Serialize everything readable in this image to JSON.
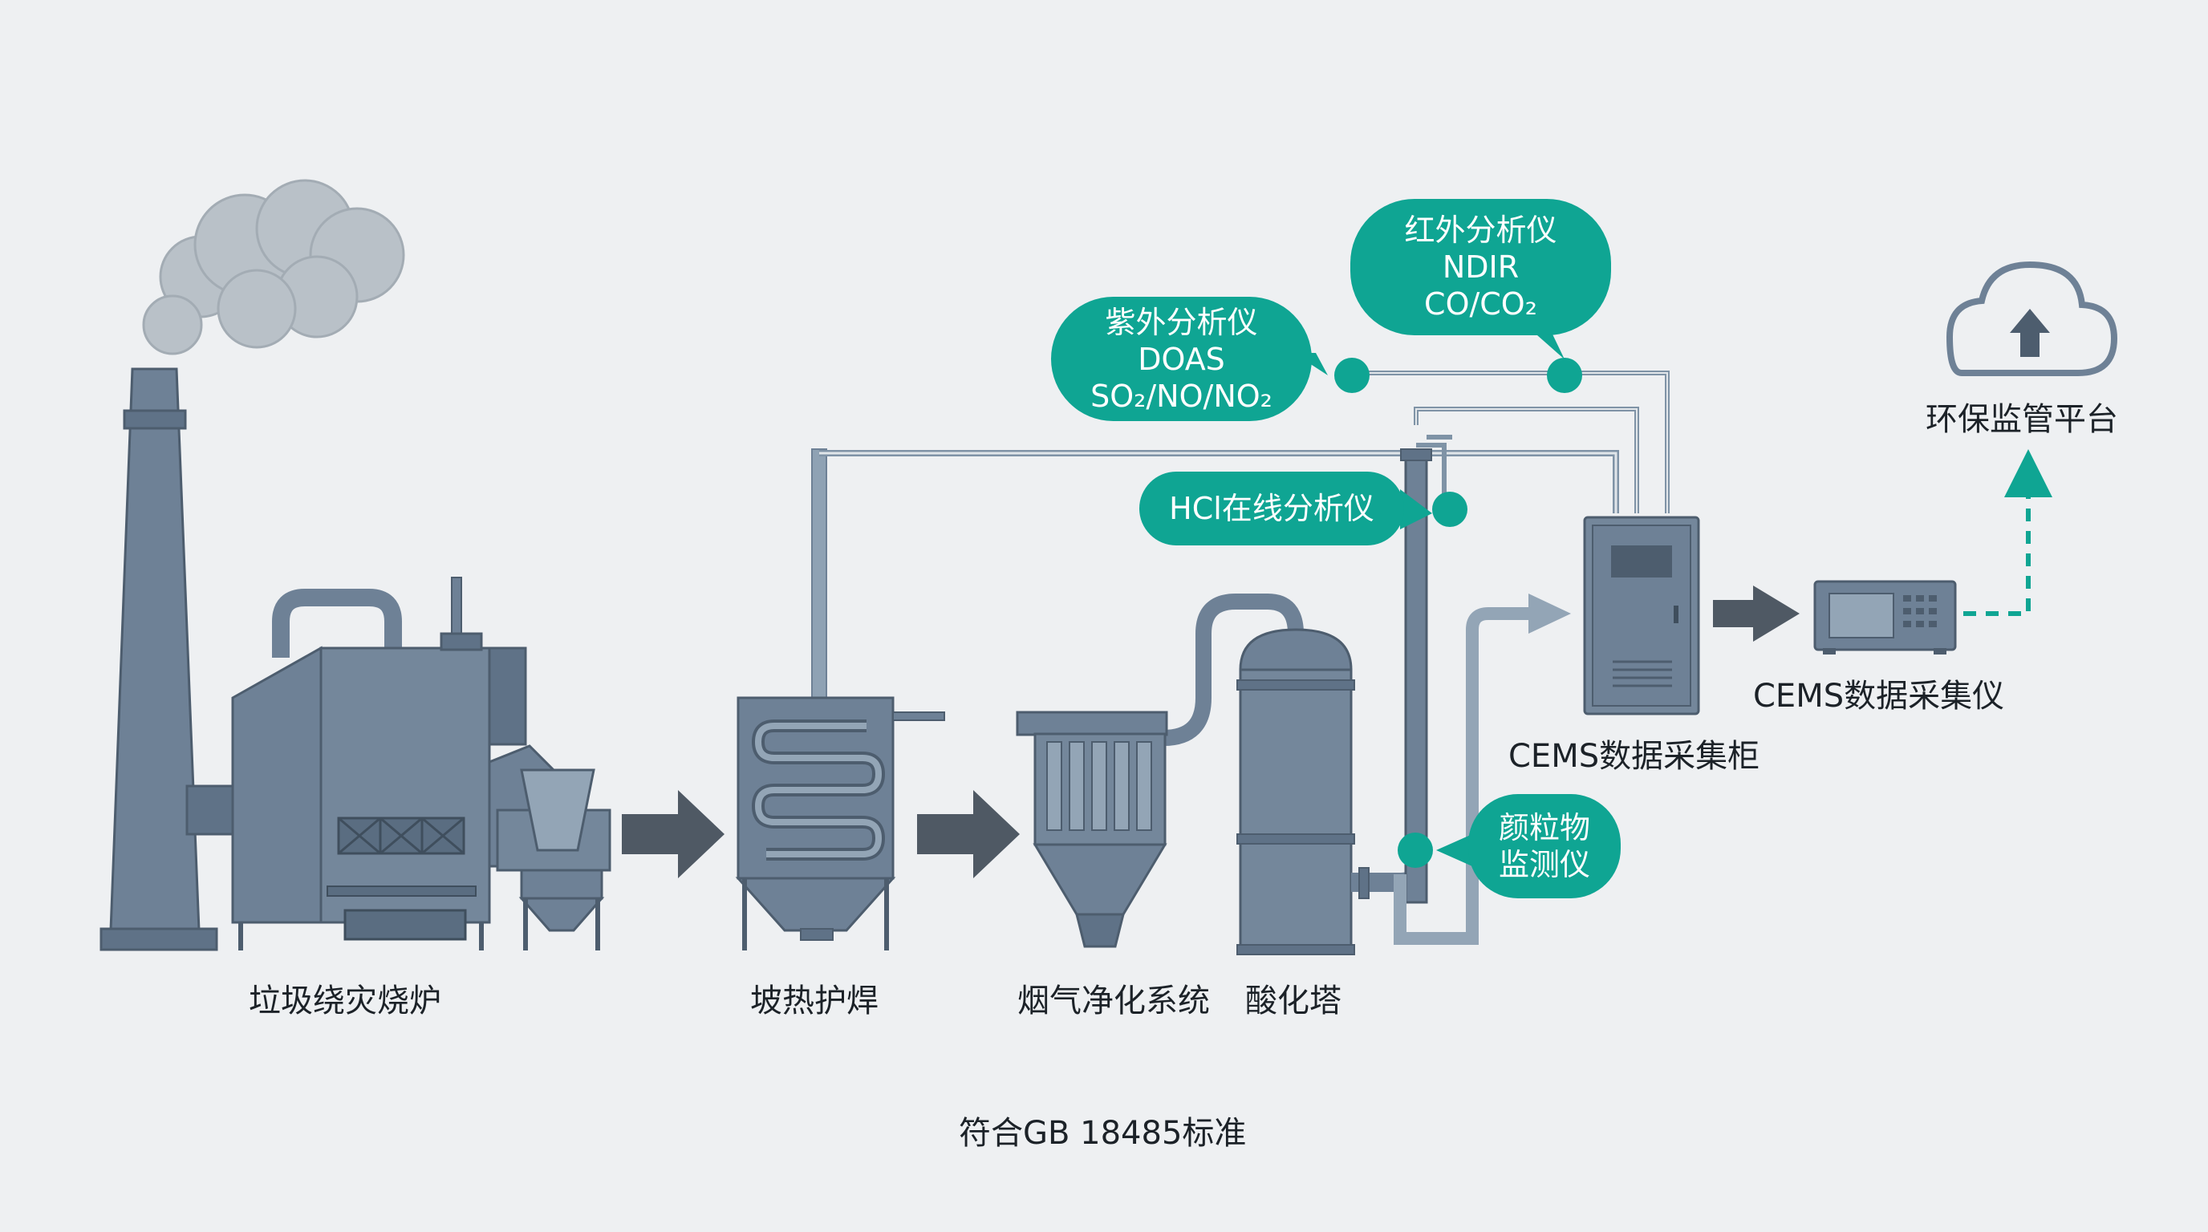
{
  "labels": {
    "incinerator": "垃圾绕灾烧炉",
    "boiler": "坡热护焊",
    "flue_gas": "烟气净化系统",
    "acid_tower": "酸化塔",
    "cems_cabinet": "CEMS数据采集柜",
    "cems_instrument": "CEMS数据采集仪",
    "platform": "环保监管平台",
    "standard": "符合GB 18485标准"
  },
  "analyzers": {
    "uv": {
      "title": "紫外分析仪",
      "method": "DOAS",
      "gases": "SO₂/NO/NO₂"
    },
    "ir": {
      "title": "红外分析仪",
      "method": "NDIR",
      "gases": "CO/CO₂"
    },
    "hcl": {
      "title": "HCl在线分析仪"
    },
    "particle": {
      "line1": "颜粒物",
      "line2": "监测仪"
    }
  },
  "colors": {
    "background": "#eef0f2",
    "equipment": "#6e8196",
    "equipment_dark": "#4d5d6e",
    "pipe": "#8fa2b4",
    "arrow": "#4f5964",
    "accent": "#0fa593"
  },
  "icons": [
    "cloud-upload-icon",
    "smoke-cloud-icon"
  ]
}
